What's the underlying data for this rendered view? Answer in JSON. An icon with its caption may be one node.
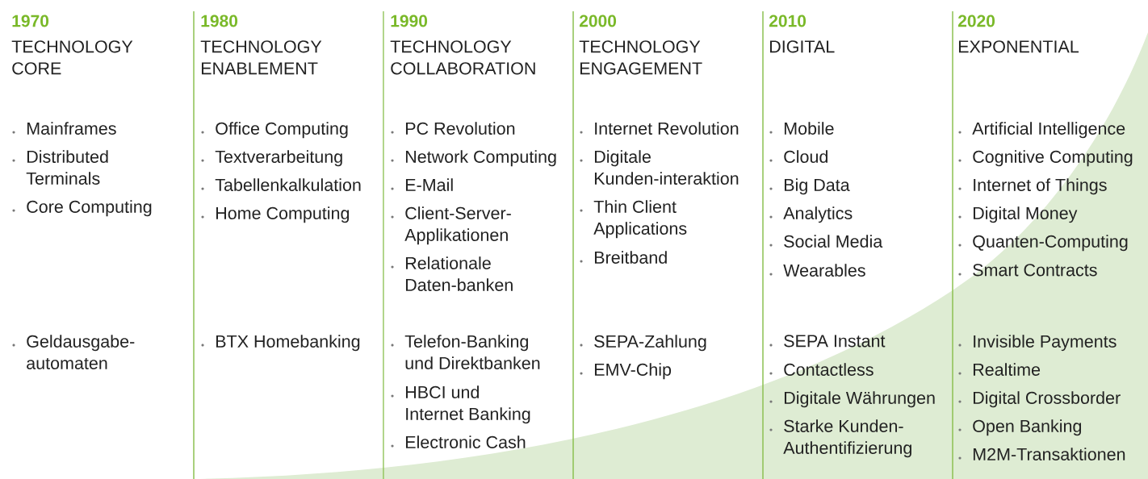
{
  "diagram": {
    "labels": [
      "1970",
      "TECHNOLOGY CORE",
      "Mainframes",
      "Distributed Terminals",
      "Core Computing",
      "Geldausgabe-automaten",
      "1980",
      "TECHNOLOGY ENABLEMENT",
      "Office Computing",
      "Textverarbeitung",
      "Tabellenkalkulation",
      "Home Computing",
      "BTX Homebanking",
      "1990",
      "TECHNOLOGY COLLABORATION",
      "PC Revolution",
      "Network Computing",
      "E-Mail",
      "Client-Server-Applikationen",
      "Relationale Daten-banken",
      "Telefon-Banking und Direktbanken",
      "HBCI und Internet Banking",
      "Electronic Cash",
      "2000",
      "TECHNOLOGY ENGAGEMENT",
      "Internet Revolution",
      "Digitale Kunden-interaktion",
      "Thin Client Applications",
      "Breitband",
      "SEPA-Zahlung",
      "EMV-Chip",
      "2010",
      "DIGITAL",
      "Mobile",
      "Cloud",
      "Big Data",
      "Analytics",
      "Social Media",
      "Wearables",
      "SEPA Instant",
      "Contactless",
      "Digitale Währungen",
      "Starke Kunden-Authentifizierung",
      "2020",
      "EXPONENTIAL",
      "Artificial Intelligence",
      "Cognitive Computing",
      "Internet of Things",
      "Digital Money",
      "Quanten-Computing",
      "Smart Contracts",
      "Invisible Payments",
      "Realtime",
      "Digital Crossborder",
      "Open Banking",
      "M2M-Transaktionen"
    ]
  }
}
